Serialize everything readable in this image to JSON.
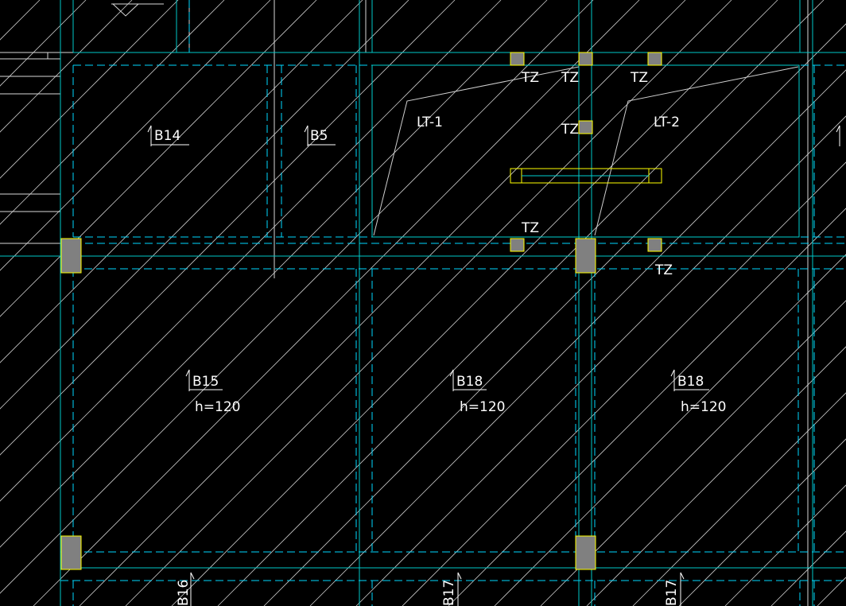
{
  "colors": {
    "background": "#000000",
    "beam_line": "#00cccc",
    "beam_dash": "#00d8ff",
    "column_fill": "#808080",
    "column_stroke": "#ffff00",
    "hatch": "#ffffff",
    "stair_outline": "#d0d0d0",
    "text": "#ffffff"
  },
  "labels": {
    "slab_b14": "B14",
    "slab_b5": "B5",
    "slab_b15": "B15",
    "slab_b18_a": "B18",
    "slab_b18_b": "B18",
    "thk_b15": "h=120",
    "thk_b18_a": "h=120",
    "thk_b18_b": "h=120",
    "slab_b16": "B16",
    "slab_b17_a": "B17",
    "slab_b17_b": "B17",
    "stair_1": "LT-1",
    "stair_2": "LT-2",
    "tz_1": "TZ",
    "tz_2": "TZ",
    "tz_3": "TZ",
    "tz_4": "TZ",
    "tz_5": "TZ",
    "tz_6": "TZ"
  }
}
